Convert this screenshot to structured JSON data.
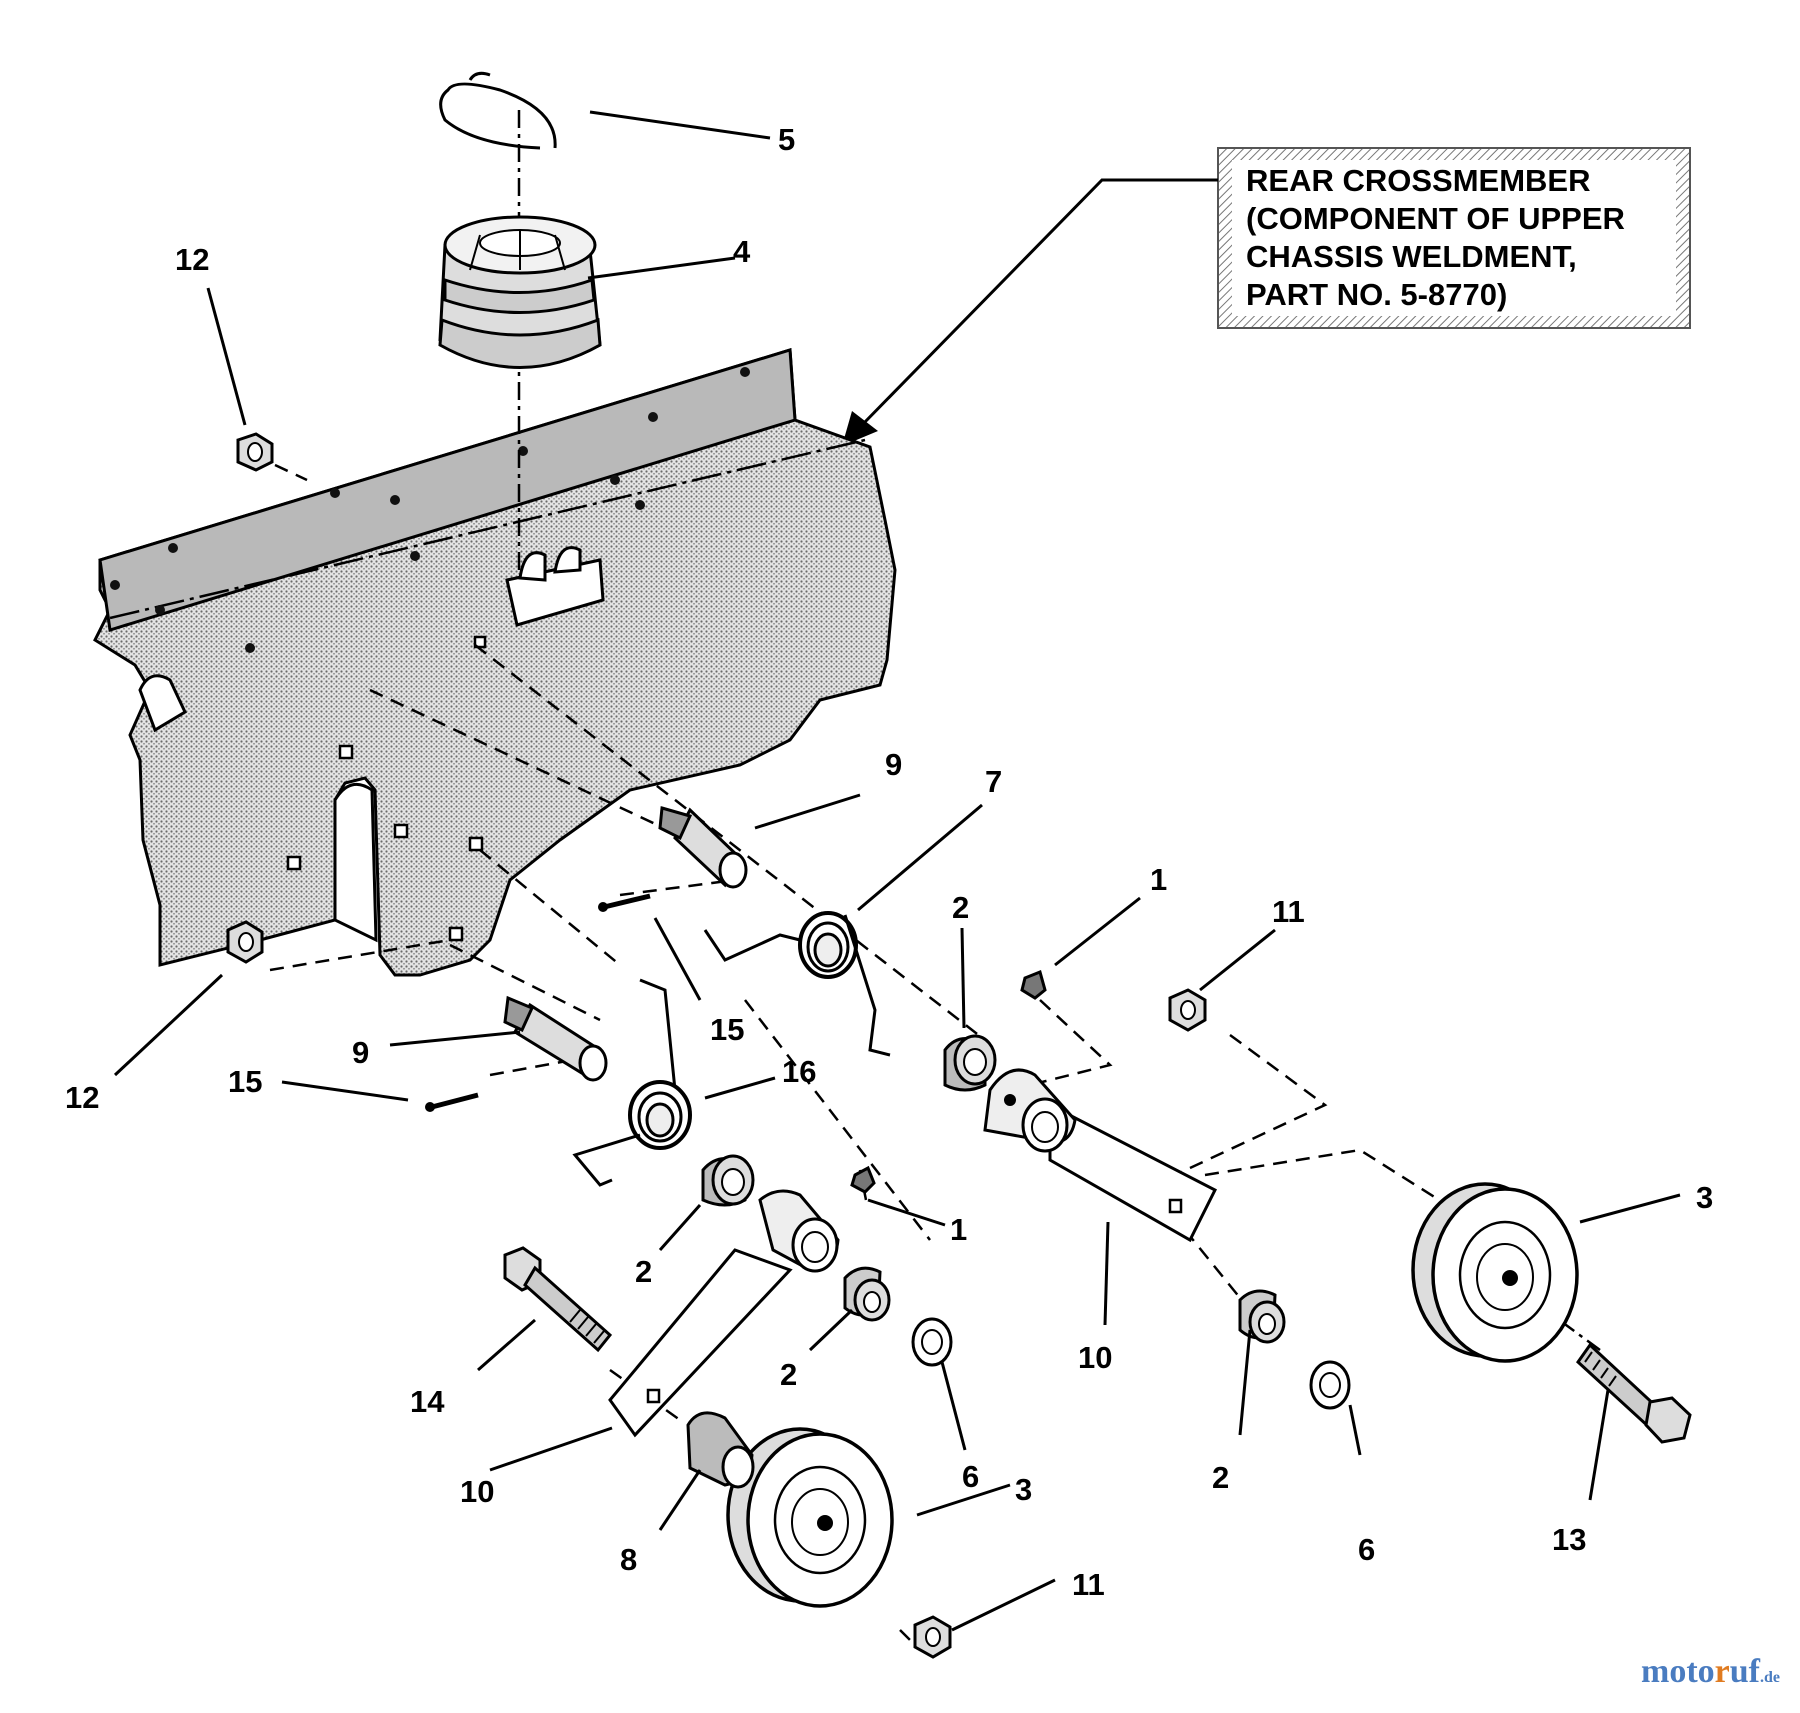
{
  "callout": {
    "line1": "REAR CROSSMEMBER",
    "line2": "(COMPONENT OF UPPER",
    "line3": "CHASSIS WELDMENT,",
    "line4": "PART NO. 5-8770)"
  },
  "labels": {
    "p1a": "1",
    "p1b": "1",
    "p2a": "2",
    "p2b": "2",
    "p2c": "2",
    "p2d": "2",
    "p3a": "3",
    "p3b": "3",
    "p4": "4",
    "p5": "5",
    "p6a": "6",
    "p6b": "6",
    "p7": "7",
    "p8": "8",
    "p9a": "9",
    "p9b": "9",
    "p10a": "10",
    "p10b": "10",
    "p11a": "11",
    "p11b": "11",
    "p12a": "12",
    "p12b": "12",
    "p13": "13",
    "p14": "14",
    "p15a": "15",
    "p15b": "15",
    "p16": "16"
  },
  "watermark": {
    "name_a": "moto",
    "name_b": "r",
    "name_c": "uf",
    "tld": ".de"
  },
  "colors": {
    "plate_fill": "#c9c9c9",
    "ink": "#000000",
    "watermark_blue": "#4a7cc0",
    "watermark_orange": "#e07b20"
  }
}
